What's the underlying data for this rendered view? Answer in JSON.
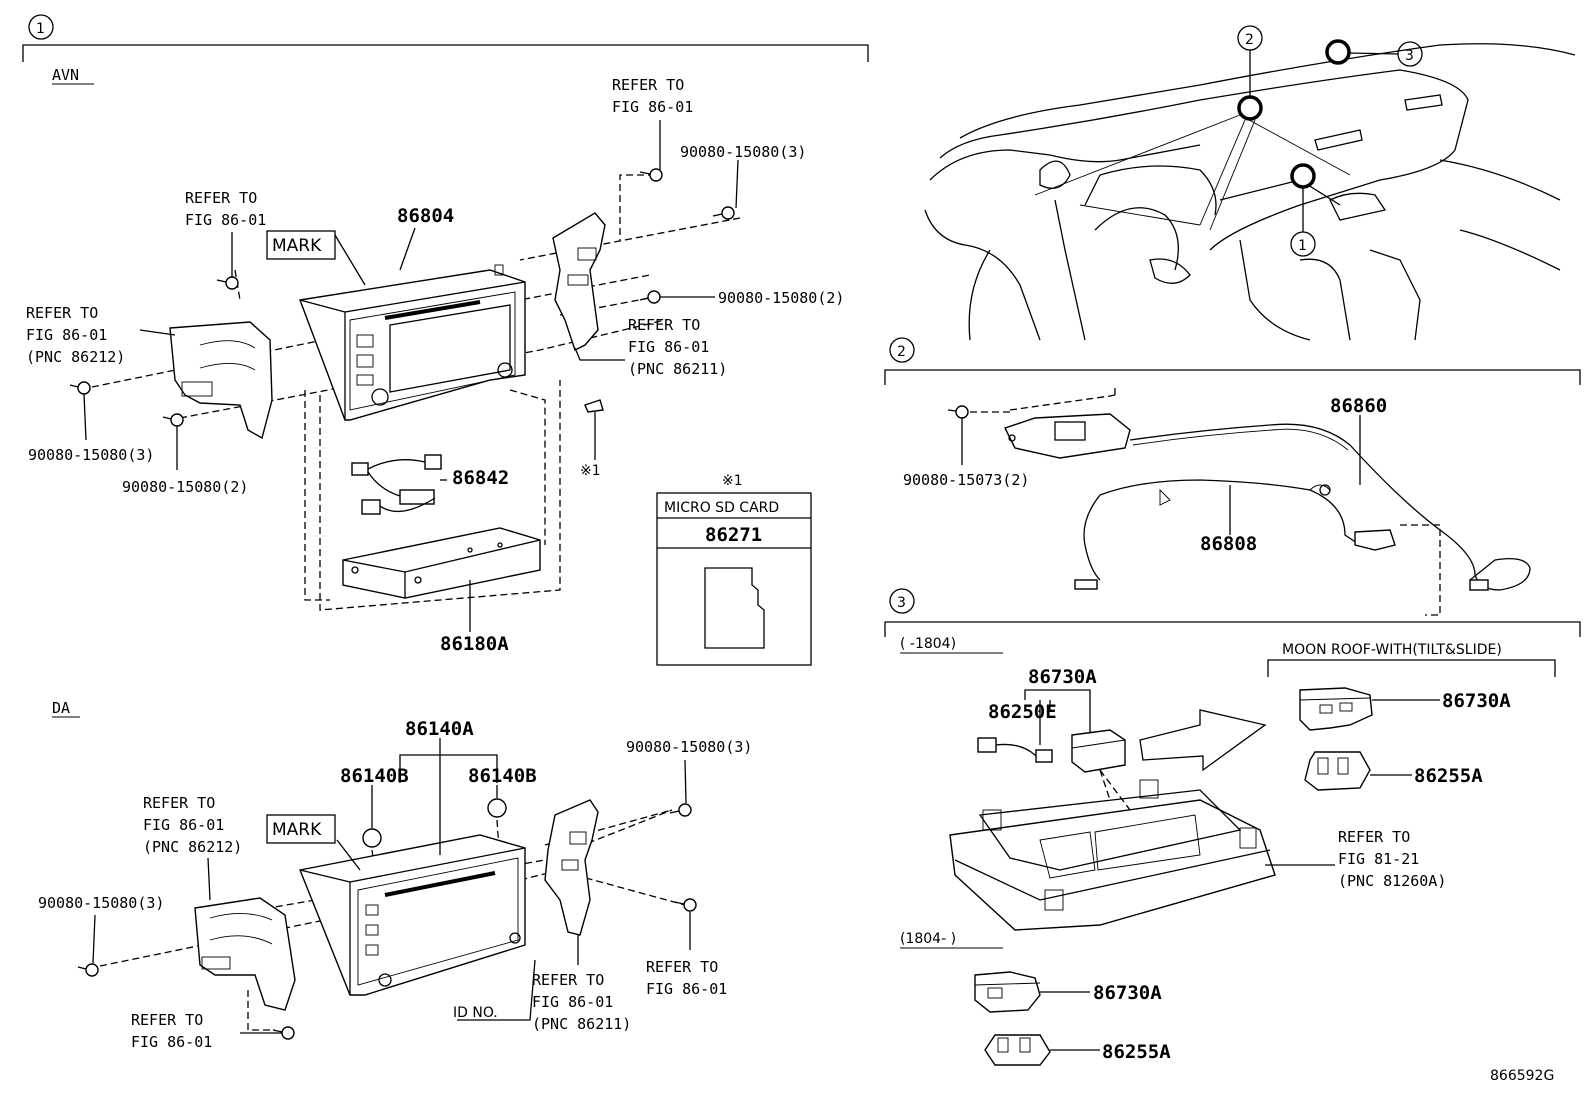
{
  "sections": {
    "s1": {
      "number": "1",
      "subsections": {
        "avn": "AVN",
        "da": "DA"
      }
    },
    "s2": {
      "number": "2"
    },
    "s3": {
      "number": "3"
    }
  },
  "overview": {
    "callouts": [
      "1",
      "2",
      "3"
    ]
  },
  "avn": {
    "main_unit": "86804",
    "mark": "MARK",
    "wire_harness": "86842",
    "tuner_unit": "86180A",
    "bolt_3_top": "90080-15080(3)",
    "bolt_2_top": "90080-15080(2)",
    "bolt_3_left": "90080-15080(3)",
    "bolt_2_left": "90080-15080(2)",
    "refer_top_right": [
      "REFER TO",
      "FIG 86-01"
    ],
    "refer_top_left": [
      "REFER TO",
      "FIG 86-01"
    ],
    "refer_left_bracket": [
      "REFER TO",
      "FIG 86-01",
      "(PNC 86212)"
    ],
    "refer_right_bracket": [
      "REFER TO",
      "FIG 86-01",
      "(PNC 86211)"
    ],
    "note_mark": "※1"
  },
  "micro_sd": {
    "note": "※1",
    "title": "MICRO SD CARD",
    "part": "86271"
  },
  "da": {
    "main_unit": "86140A",
    "knob_left": "86140B",
    "knob_right": "86140B",
    "mark": "MARK",
    "id_no": "ID NO.",
    "bolt_3_right": "90080-15080(3)",
    "bolt_3_left": "90080-15080(3)",
    "refer_left_bracket": [
      "REFER TO",
      "FIG 86-01",
      "(PNC 86212)"
    ],
    "refer_right_bracket": [
      "REFER TO",
      "FIG 86-01",
      "(PNC 86211)"
    ],
    "refer_bottom_right": [
      "REFER TO",
      "FIG 86-01"
    ],
    "refer_bottom_left": [
      "REFER TO",
      "FIG 86-01"
    ]
  },
  "s2_parts": {
    "bolt": "90080-15073(2)",
    "antenna_cable": "86860",
    "cable": "86808"
  },
  "s3_parts": {
    "range_early": "(     -1804)",
    "range_late": "(1804-     )",
    "moonroof": "MOON ROOF-WITH(TILT&SLIDE)",
    "mic_a": "86730A",
    "harness": "86250E",
    "mic_moon": "86730A",
    "cover_moon": "86255A",
    "mic_late": "86730A",
    "cover_late": "86255A",
    "refer_console": [
      "REFER TO",
      "FIG 81-21",
      "(PNC 81260A)"
    ]
  },
  "figure_id": "866592G"
}
